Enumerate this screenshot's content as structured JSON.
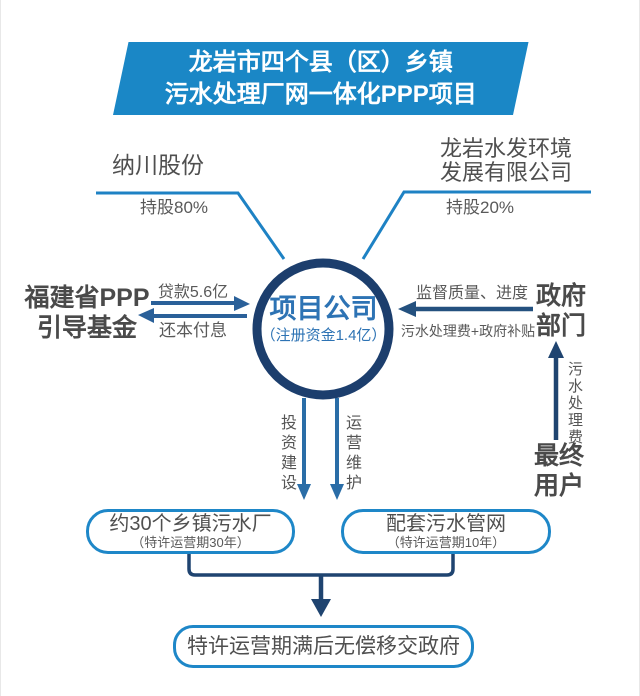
{
  "title": {
    "line1": "龙岩市四个县（区）乡镇",
    "line2": "污水处理厂网一体化PPP项目"
  },
  "shareholders": {
    "left": {
      "name": "纳川股份",
      "stake": "持股80%"
    },
    "right": {
      "name_line1": "龙岩水发环境",
      "name_line2": "发展有限公司",
      "stake": "持股20%"
    }
  },
  "company": {
    "name": "项目公司",
    "capital": "（注册资金1.4亿）"
  },
  "fund": {
    "name_line1": "福建省PPP",
    "name_line2": "引导基金",
    "loan_label": "贷款5.6亿",
    "repay_label": "还本付息"
  },
  "government": {
    "name_line1": "政府",
    "name_line2": "部门",
    "supervise_label": "监督质量、进度",
    "payment_label": "污水处理费+政府补贴"
  },
  "end_user": {
    "name_line1": "最终",
    "name_line2": "用户",
    "fee_label": "污水处理费"
  },
  "flows": {
    "invest_label": "投资建设",
    "operate_label": "运营维护"
  },
  "assets": {
    "left_box": {
      "title": "约30个乡镇污水厂",
      "subtitle": "（特许运营期30年）"
    },
    "right_box": {
      "title": "配套污水管网",
      "subtitle": "（特许运营期10年）"
    },
    "transfer_box": {
      "title": "特许运营期满后无偿移交政府"
    }
  },
  "colors": {
    "banner_blue": "#1a87c6",
    "line_blue": "#1e82c4",
    "box_border_blue": "#1e87c8",
    "navy": "#1f4470",
    "circle_ring": "#1c3e6d",
    "steel_arrow": "#2a6099",
    "mid_arrow": "#2a6da7",
    "company_text": "#2d73b4",
    "gray_text": "#4f4f4f"
  }
}
